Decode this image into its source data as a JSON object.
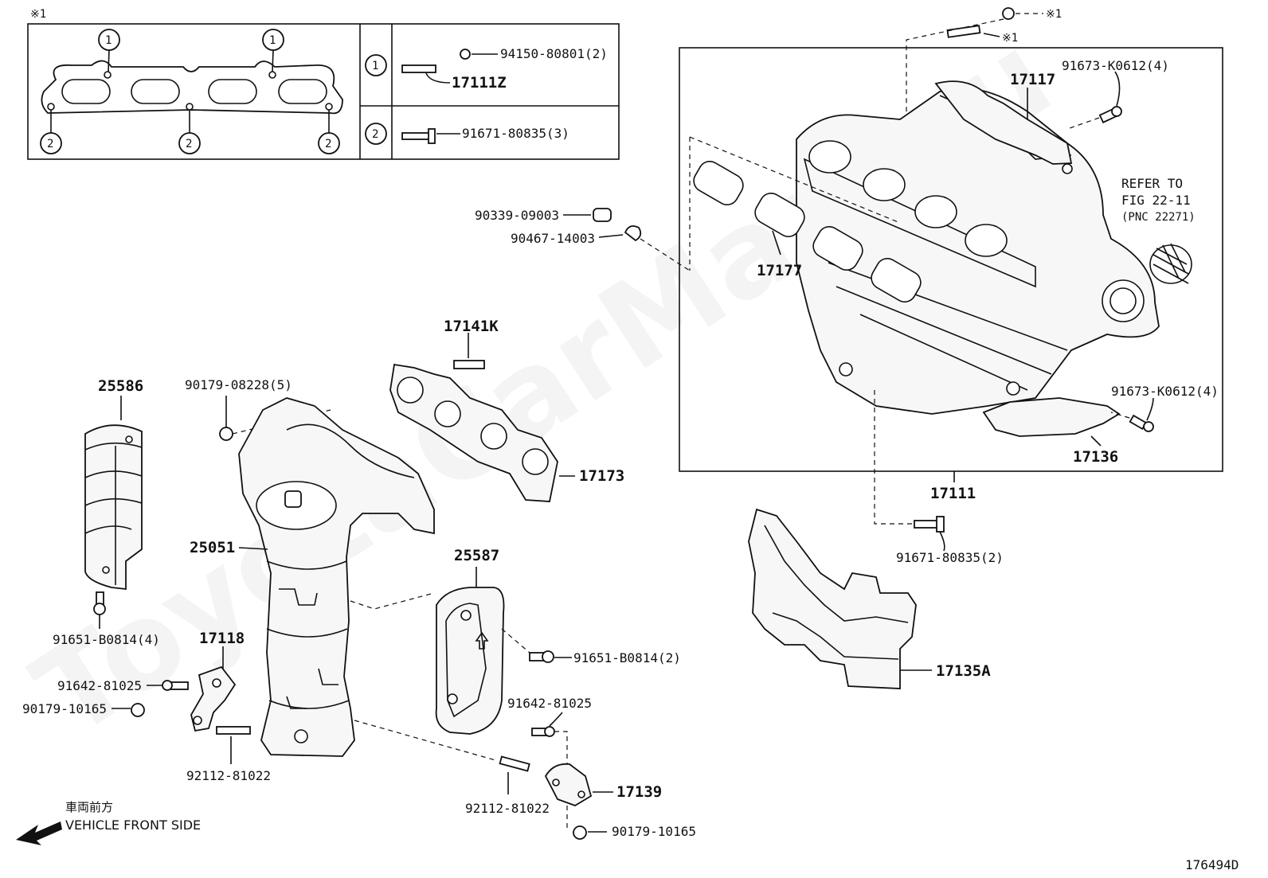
{
  "watermark": "ToyotaCarMart.ru",
  "diagram_id": "176494D",
  "direction": {
    "jp": "車両前方",
    "en": "VEHICLE FRONT SIDE"
  },
  "note_mark": "※1",
  "refer": {
    "line1": "REFER TO",
    "line2": "FIG 22-11",
    "line3": "(PNC 22271)"
  },
  "inset": {
    "row1_marker": "1",
    "row2_marker": "2",
    "row1_nut": "94150-80801(2)",
    "row1_stud": "17111Z",
    "row2_bolt": "91671-80835(3)"
  },
  "labels": {
    "p17117": "17117",
    "p91673a": "91673-K0612(4)",
    "p91673b": "91673-K0612(4)",
    "p90339": "90339-09003",
    "p90467": "90467-14003",
    "p17177": "17177",
    "p17141k": "17141K",
    "p25586": "25586",
    "p90179a": "90179-08228(5)",
    "p17173": "17173",
    "p17136": "17136",
    "p17111": "17111",
    "p91671b": "91671-80835(2)",
    "p25051": "25051",
    "p25587": "25587",
    "p91651a": "91651-B0814(4)",
    "p91651b": "91651-B0814(2)",
    "p17118": "17118",
    "p91642a": "91642-81025",
    "p90179b": "90179-10165",
    "p91642b": "91642-81025",
    "p92112a": "92112-81022",
    "p92112b": "92112-81022",
    "p17139": "17139",
    "p90179c": "90179-10165",
    "p17135a": "17135A"
  }
}
